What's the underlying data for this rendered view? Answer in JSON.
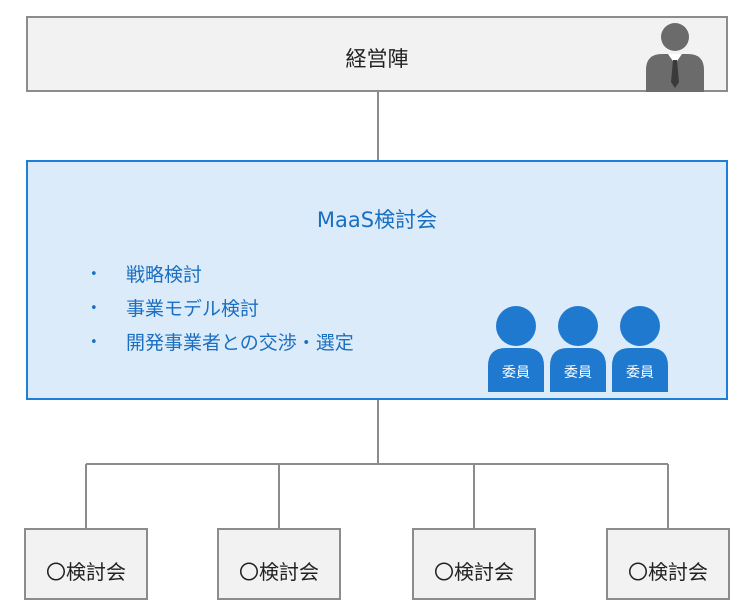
{
  "management": {
    "label": "経営陣",
    "icon": "businessman-icon"
  },
  "council": {
    "title": "MaaS検討会",
    "tasks": [
      {
        "bullet": "•",
        "label": "戦略検討"
      },
      {
        "bullet": "•",
        "label": "事業モデル検討"
      },
      {
        "bullet": "•",
        "label": "開発事業者との交渉・選定"
      }
    ],
    "members": [
      {
        "label": "委員",
        "icon": "person-icon"
      },
      {
        "label": "委員",
        "icon": "person-icon"
      },
      {
        "label": "委員",
        "icon": "person-icon"
      }
    ]
  },
  "subcommittees": [
    {
      "label": "〇検討会"
    },
    {
      "label": "〇検討会"
    },
    {
      "label": "〇検討会"
    },
    {
      "label": "〇検討会"
    }
  ],
  "colors": {
    "accent": "#1b80d6",
    "council_fill": "#dcebfa",
    "member_fill": "#1f79cf",
    "box_fill": "#f2f2f2",
    "line": "#8c8c8c"
  }
}
